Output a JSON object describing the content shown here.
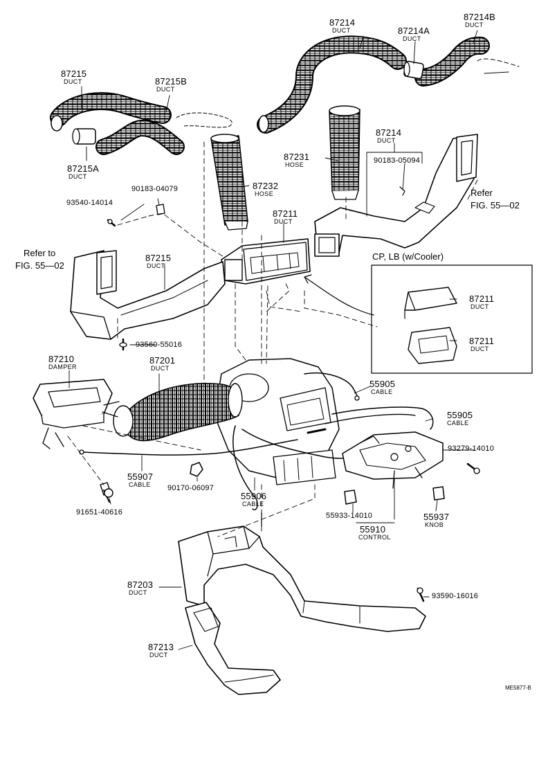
{
  "parts": [
    {
      "id": "p87214_top",
      "no": "87214",
      "name": "DUCT"
    },
    {
      "id": "p87214B",
      "no": "87214B",
      "name": "DUCT"
    },
    {
      "id": "p87214A",
      "no": "87214A",
      "name": "DUCT"
    },
    {
      "id": "p87215_top",
      "no": "87215",
      "name": "DUCT"
    },
    {
      "id": "p87215B",
      "no": "87215B",
      "name": "DUCT"
    },
    {
      "id": "p87215A",
      "no": "87215A",
      "name": "DUCT"
    },
    {
      "id": "p87231",
      "no": "87231",
      "name": "HOSE"
    },
    {
      "id": "p87232",
      "no": "87232",
      "name": "HOSE"
    },
    {
      "id": "p87214_mid",
      "no": "87214",
      "name": "DUCT"
    },
    {
      "id": "p90183_05094",
      "no": "90183-05094",
      "name": ""
    },
    {
      "id": "p90183_04079",
      "no": "90183-04079",
      "name": ""
    },
    {
      "id": "p93540_14014",
      "no": "93540-14014",
      "name": ""
    },
    {
      "id": "p87211_main",
      "no": "87211",
      "name": "DUCT"
    },
    {
      "id": "p87215_mid",
      "no": "87215",
      "name": "DUCT"
    },
    {
      "id": "p87211_inset1",
      "no": "87211",
      "name": "DUCT"
    },
    {
      "id": "p87211_inset2",
      "no": "87211",
      "name": "DUCT"
    },
    {
      "id": "p93560_55016",
      "no": "93560-55016",
      "name": ""
    },
    {
      "id": "p87210",
      "no": "87210",
      "name": "DAMPER"
    },
    {
      "id": "p87201",
      "no": "87201",
      "name": "DUCT"
    },
    {
      "id": "p55905_a",
      "no": "55905",
      "name": "CABLE"
    },
    {
      "id": "p55905_b",
      "no": "55905",
      "name": "CABLE"
    },
    {
      "id": "p93279_14010",
      "no": "93279-14010",
      "name": ""
    },
    {
      "id": "p55907",
      "no": "55907",
      "name": "CABLE"
    },
    {
      "id": "p90170_06097",
      "no": "90170-06097",
      "name": ""
    },
    {
      "id": "p55906",
      "no": "55906",
      "name": "CABLE"
    },
    {
      "id": "p91651_40616",
      "no": "91651-40616",
      "name": ""
    },
    {
      "id": "p55933_14010",
      "no": "55933-14010",
      "name": ""
    },
    {
      "id": "p55910",
      "no": "55910",
      "name": "CONTROL"
    },
    {
      "id": "p55937",
      "no": "55937",
      "name": "KNOB"
    },
    {
      "id": "p87203",
      "no": "87203",
      "name": "DUCT"
    },
    {
      "id": "p93590_16016",
      "no": "93590-16016",
      "name": ""
    },
    {
      "id": "p87213",
      "no": "87213",
      "name": "DUCT"
    }
  ],
  "refs": {
    "right_line1": "Refer",
    "right_line2": "FIG. 55—02",
    "left_line1": "Refer to",
    "left_line2": "FIG. 55—02"
  },
  "inset": {
    "title": "CP, LB (w/Cooler)"
  },
  "drawing_code": "ME5877-B",
  "colors": {
    "ink": "#000000",
    "paper": "#ffffff"
  }
}
